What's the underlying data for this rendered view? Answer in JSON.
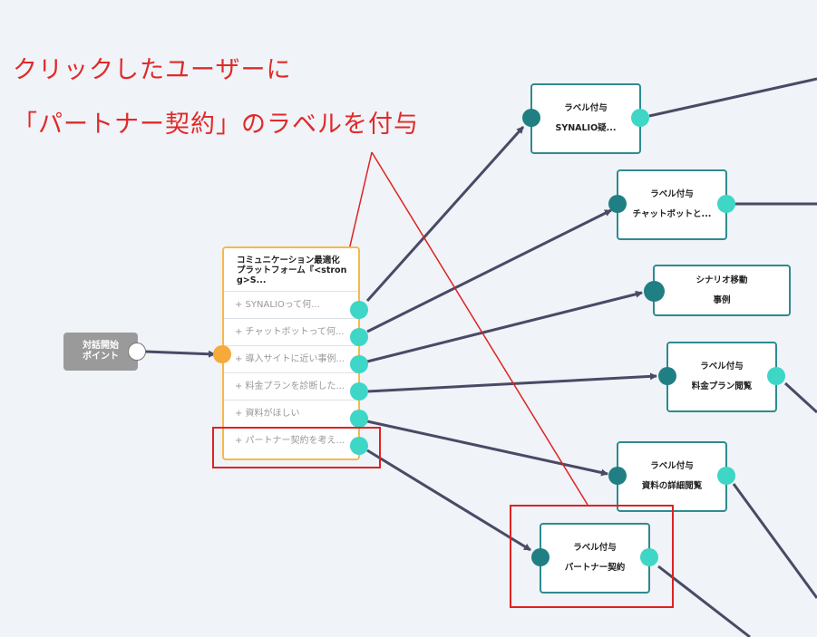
{
  "annotation": {
    "line1": "クリックしたユーザーに",
    "line2": "「パートナー契約」のラベルを付与"
  },
  "start_node": {
    "line1": "対話開始",
    "line2": "ポイント"
  },
  "scenario_node": {
    "title": "コミュニケーション最適化プラットフォーム『<strong>S...",
    "options": [
      "+ SYNALIOって何...",
      "+ チャットボットって何...",
      "+ 導入サイトに近い事例...",
      "+ 料金プランを診断した...",
      "+ 資料がほしい",
      "+ パートナー契約を考え..."
    ]
  },
  "action_nodes": [
    {
      "type": "ラベル付与",
      "label": "SYNALIO疑..."
    },
    {
      "type": "ラベル付与",
      "label": "チャットボットと..."
    },
    {
      "type": "シナリオ移動",
      "label": "事例"
    },
    {
      "type": "ラベル付与",
      "label": "料金プラン閲覧"
    },
    {
      "type": "ラベル付与",
      "label": "資料の詳細閲覧"
    },
    {
      "type": "ラベル付与",
      "label": "パートナー契約"
    }
  ],
  "colors": {
    "annotation_red": "#dd2323",
    "edge": "#4a4a66",
    "port_dark": "#207f82",
    "port_light": "#3ed6c6",
    "scenario_border": "#f6b94a",
    "action_border": "#2e8b8e"
  }
}
